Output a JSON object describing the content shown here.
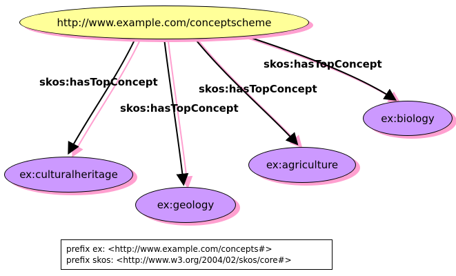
{
  "diagram": {
    "scheme_node": {
      "label": "http://www.example.com/conceptscheme"
    },
    "concept_nodes": [
      {
        "label": "ex:culturalheritage"
      },
      {
        "label": "ex:geology"
      },
      {
        "label": "ex:agriculture"
      },
      {
        "label": "ex:biology"
      }
    ],
    "edges": [
      {
        "from": "http://www.example.com/conceptscheme",
        "to": "ex:culturalheritage",
        "label": "skos:hasTopConcept"
      },
      {
        "from": "http://www.example.com/conceptscheme",
        "to": "ex:geology",
        "label": "skos:hasTopConcept"
      },
      {
        "from": "http://www.example.com/conceptscheme",
        "to": "ex:agriculture",
        "label": "skos:hasTopConcept"
      },
      {
        "from": "http://www.example.com/conceptscheme",
        "to": "ex:biology",
        "label": "skos:hasTopConcept"
      }
    ],
    "legend": {
      "lines": [
        "prefix ex: <http://www.example.com/concepts#>",
        "prefix skos: <http://www.w3.org/2004/02/skos/core#>"
      ]
    },
    "colors": {
      "scheme_fill": "#ffff99",
      "concept_fill": "#cc99ff",
      "shadow": "#ffa0d0",
      "edge": "#000000"
    }
  }
}
